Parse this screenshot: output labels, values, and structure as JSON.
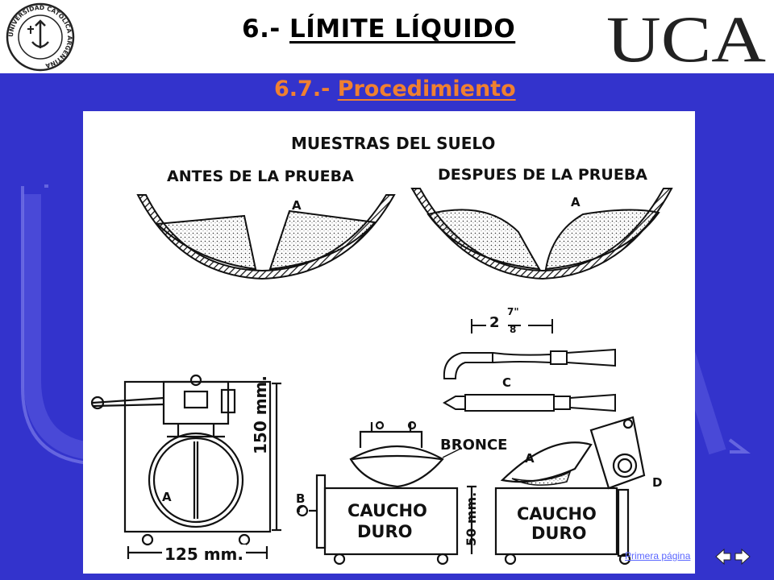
{
  "header": {
    "title_prefix": "6.- ",
    "title_underlined": "LÍMITE LÍQUIDO",
    "logo_text": "UCA",
    "seal_text": "UNIVERSIDAD CATOLICA ARGENTINA"
  },
  "section": {
    "prefix": "6.7.- ",
    "underlined": "Procedimiento"
  },
  "figure": {
    "heading": "MUESTRAS DEL SUELO",
    "before": "ANTES DE LA PRUEBA",
    "after": "DESPUES DE LA PRUEBA",
    "label_a1": "A",
    "label_a2": "A",
    "label_a3": "A",
    "label_a4": "A",
    "dim_2": "2",
    "dim_num": "7\"",
    "dim_den": "8",
    "label_c": "C",
    "bronce": "BRONCE",
    "label_b": "B",
    "label_d": "D",
    "caucho1": "CAUCHO",
    "duro1": "DURO",
    "caucho2": "CAUCHO",
    "duro2": "DURO",
    "dim_150": "150 mm.",
    "dim_125": "125 mm.",
    "dim_50": "50 mm."
  },
  "footer": {
    "link": "Primera página",
    "prev_icon": "arrow-left-icon",
    "next_icon": "arrow-right-icon"
  },
  "colors": {
    "background": "#3333cc",
    "accent": "#f08030",
    "link": "#5a66ff"
  }
}
